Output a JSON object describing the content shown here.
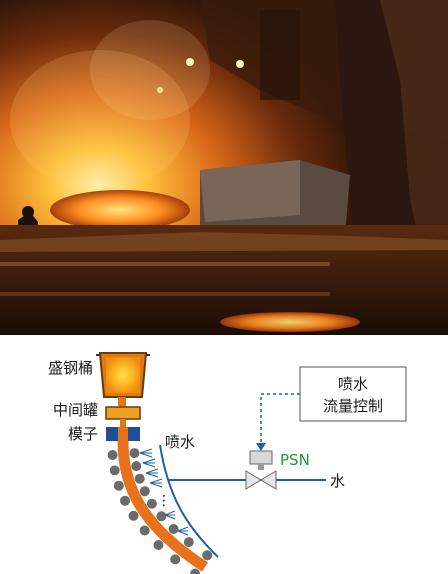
{
  "labels": {
    "ladle": "盛钢桶",
    "tundish": "中间罐",
    "mold": "模子",
    "spray": "喷水",
    "control_line1": "喷水",
    "control_line2": "流量控制",
    "psn": "PSN",
    "water": "水",
    "dots": "⋮"
  },
  "colors": {
    "psn_green": "#1a9c3a",
    "pipe_blue": "#1f5fa8",
    "steel_orange": "#e8711c",
    "roller_gray": "#6b6b6b",
    "mold_blue": "#1d4e96"
  }
}
